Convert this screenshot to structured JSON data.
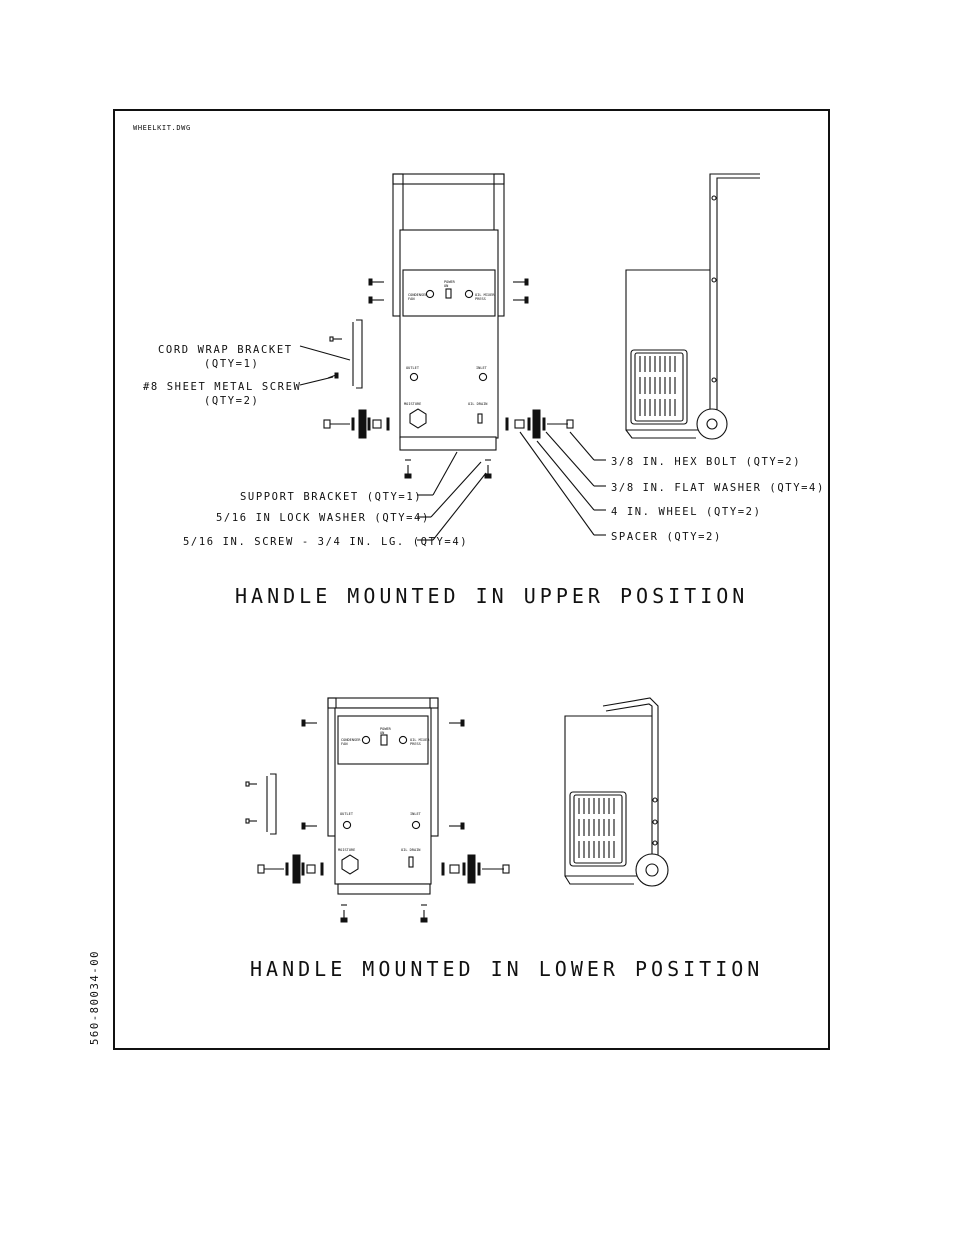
{
  "drawing": {
    "file_name": "WHEELKIT.DWG",
    "part_number": "560-80034-00"
  },
  "upper": {
    "title": "HANDLE MOUNTED IN UPPER POSITION",
    "panel": {
      "top_left": "CONDENSER\nFAN",
      "top_mid": "POWER\nON",
      "top_right": "OIL MIXER\nPRESS",
      "outlet": "OUTLET",
      "inlet": "INLET",
      "moisture": "MOISTURE",
      "oil_drain": "OIL DRAIN"
    },
    "callouts": {
      "cord_wrap_bracket": "CORD WRAP BRACKET",
      "cord_wrap_qty": "(QTY=1)",
      "sheet_metal_screw": "#8 SHEET METAL SCREW",
      "sheet_metal_screw_qty": "(QTY=2)",
      "support_bracket": "SUPPORT BRACKET (QTY=1)",
      "lock_washer": "5/16 IN LOCK WASHER (QTY=4)",
      "screw": "5/16 IN. SCREW - 3/4 IN. LG. (QTY=4)",
      "hex_bolt": "3/8 IN. HEX BOLT (QTY=2)",
      "flat_washer": "3/8 IN. FLAT WASHER (QTY=4)",
      "wheel": "4 IN. WHEEL (QTY=2)",
      "spacer": "SPACER (QTY=2)"
    }
  },
  "lower": {
    "title": "HANDLE MOUNTED IN LOWER POSITION",
    "panel": {
      "top_left": "CONDENSER\nFAN",
      "top_mid": "POWER\nON",
      "top_right": "OIL MIXER\nPRESS",
      "outlet": "OUTLET",
      "inlet": "INLET",
      "moisture": "MOISTURE",
      "oil_drain": "OIL DRAIN"
    }
  }
}
